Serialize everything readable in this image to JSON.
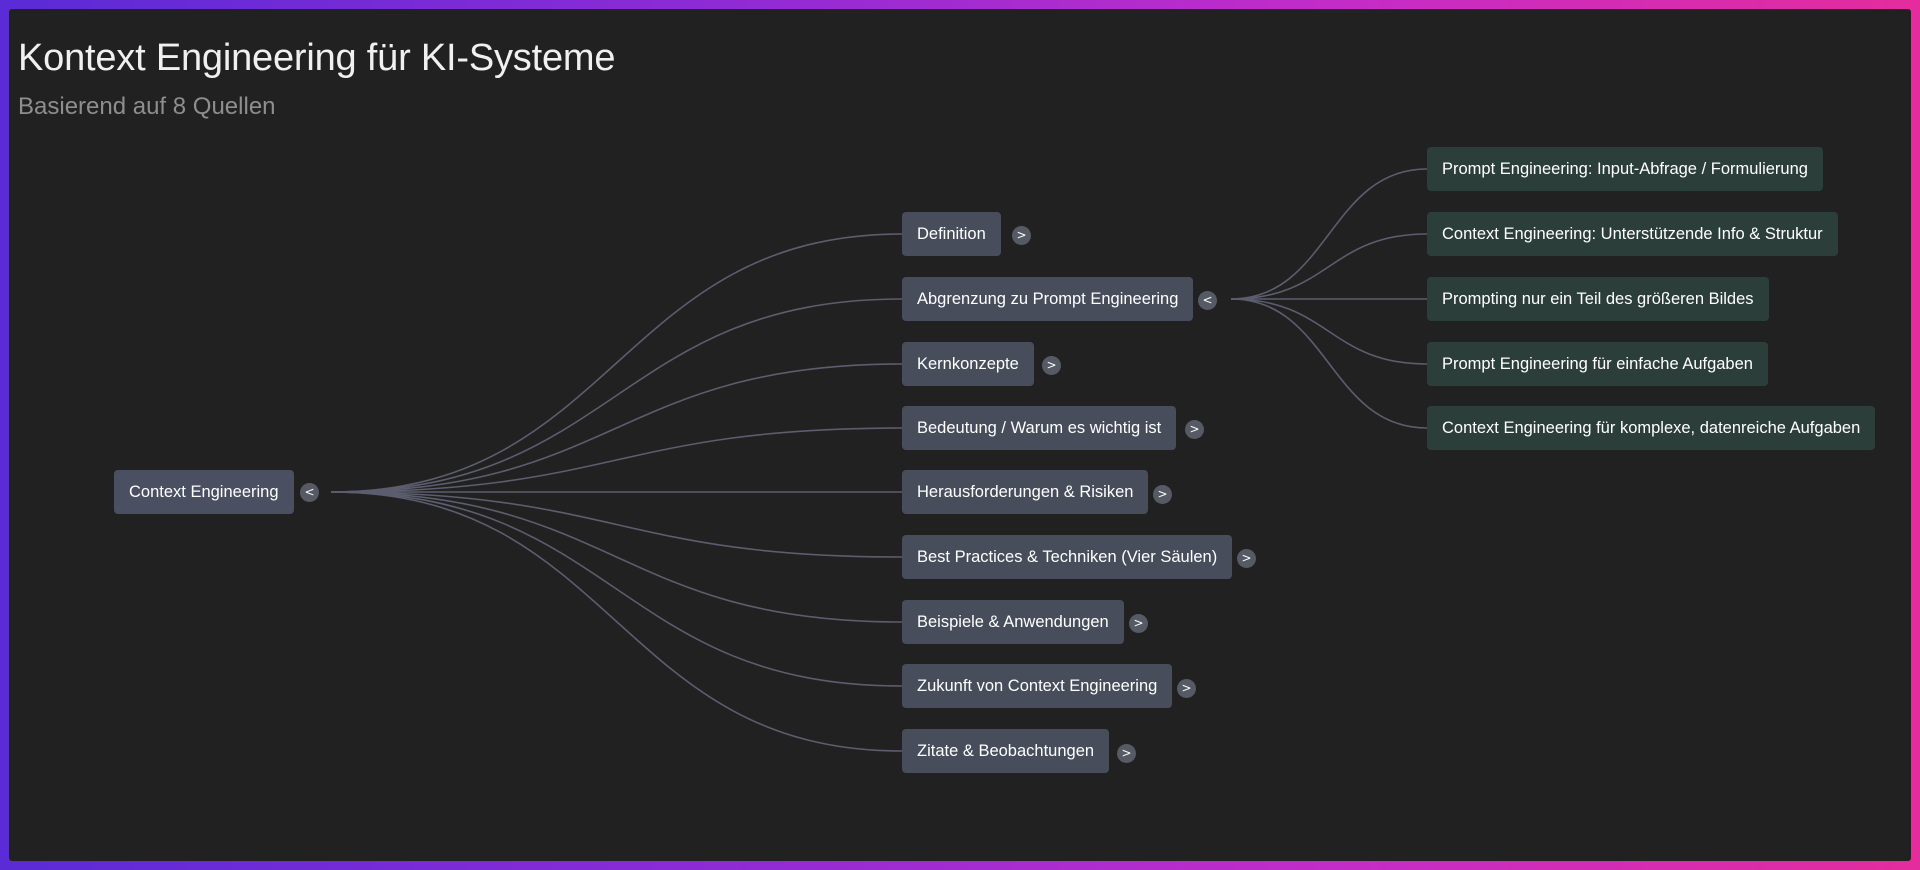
{
  "header": {
    "title": "Kontext Engineering für KI-Systeme",
    "subtitle": "Basierend auf 8 Quellen"
  },
  "colors": {
    "root_node": "#4a4f62",
    "branch_node": "#474d5b",
    "leaf_node": "#2c3e3a",
    "link": "#5c5d6e",
    "canvas": "#212121"
  },
  "mindmap": {
    "root": {
      "label": "Context Engineering",
      "toggle": "<"
    },
    "branches": [
      {
        "label": "Definition",
        "toggle": ">"
      },
      {
        "label": "Abgrenzung zu Prompt Engineering",
        "toggle": "<"
      },
      {
        "label": "Kernkonzepte",
        "toggle": ">"
      },
      {
        "label": "Bedeutung / Warum es wichtig ist",
        "toggle": ">"
      },
      {
        "label": "Herausforderungen & Risiken",
        "toggle": ">"
      },
      {
        "label": "Best Practices & Techniken (Vier Säulen)",
        "toggle": ">"
      },
      {
        "label": "Beispiele & Anwendungen",
        "toggle": ">"
      },
      {
        "label": "Zukunft von Context Engineering",
        "toggle": ">"
      },
      {
        "label": "Zitate & Beobachtungen",
        "toggle": ">"
      }
    ],
    "leaves": [
      {
        "label": "Prompt Engineering: Input-Abfrage / Formulierung"
      },
      {
        "label": "Context Engineering: Unterstützende Info & Struktur"
      },
      {
        "label": "Prompting nur ein Teil des größeren Bildes"
      },
      {
        "label": "Prompt Engineering für einfache Aufgaben"
      },
      {
        "label": "Context Engineering für komplexe, datenreiche Aufgaben"
      }
    ]
  }
}
